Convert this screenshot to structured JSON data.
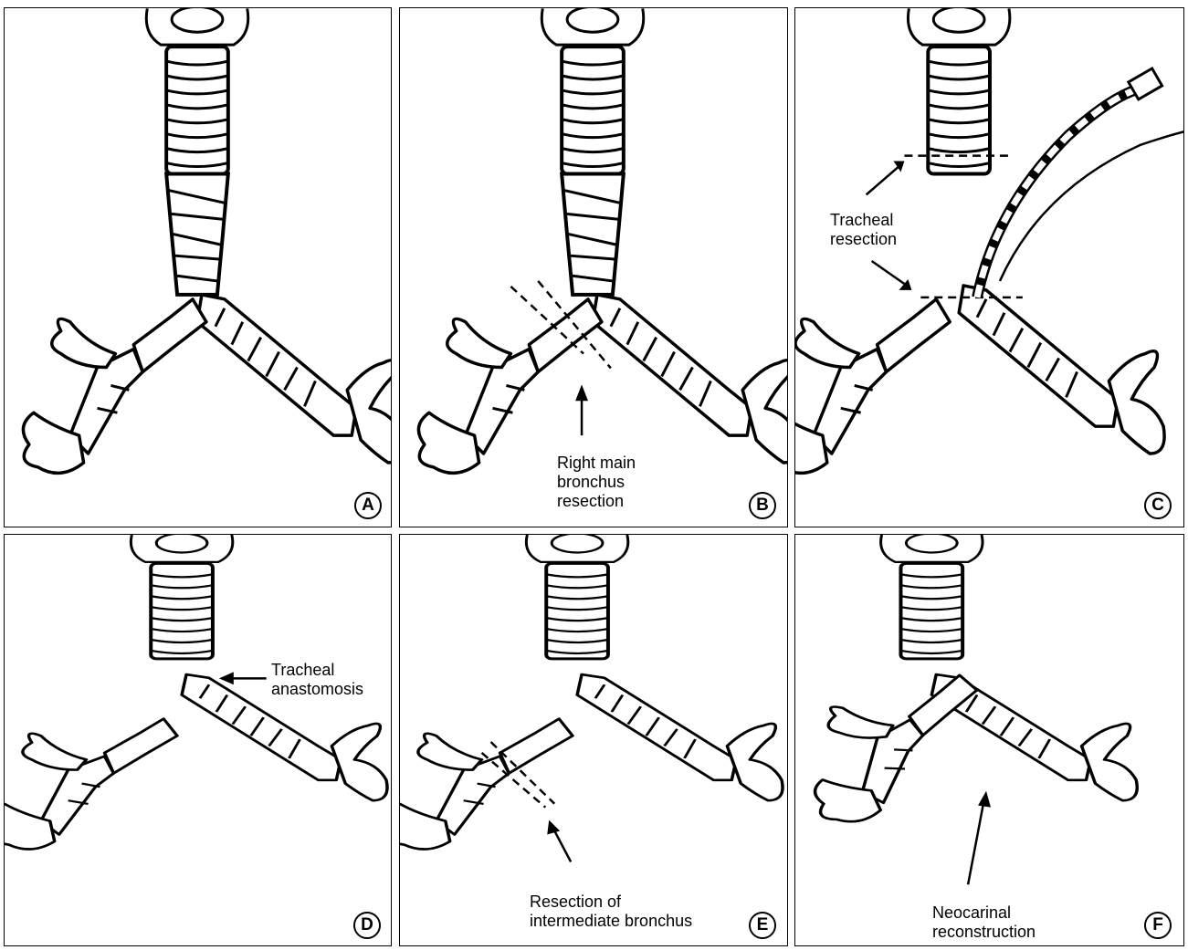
{
  "panels": [
    {
      "id": "A",
      "annotations": []
    },
    {
      "id": "B",
      "annotations": [
        "Right main\nbronchus\nresection"
      ]
    },
    {
      "id": "C",
      "annotations": [
        "Tracheal\nresection"
      ]
    },
    {
      "id": "D",
      "annotations": [
        "Tracheal\nanastomosis"
      ]
    },
    {
      "id": "E",
      "annotations": [
        "Resection of\nintermediate bronchus"
      ]
    },
    {
      "id": "F",
      "annotations": [
        "Neocarinal\nreconstruction"
      ]
    }
  ]
}
